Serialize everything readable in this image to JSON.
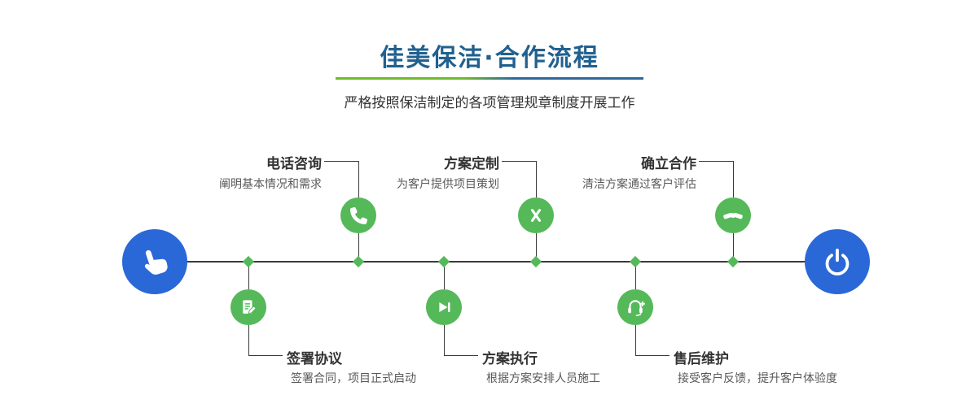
{
  "header": {
    "title": "佳美保洁·合作流程",
    "subtitle": "严格按照保洁制定的各项管理规章制度开展工作"
  },
  "colors": {
    "title_blue": "#20618f",
    "accent_green": "#55b95a",
    "accent_blue": "#2a68d8",
    "line_dark": "#3a3a3a",
    "underline_green": "#6fb92c",
    "underline_blue": "#2e6899"
  },
  "steps_top": [
    {
      "title": "电话咨询",
      "desc": "阐明基本情况和需求",
      "icon": "phone-icon"
    },
    {
      "title": "方案定制",
      "desc": "为客户提供项目策划",
      "icon": "pen-ruler-icon"
    },
    {
      "title": "确立合作",
      "desc": "清洁方案通过客户评估",
      "icon": "handshake-icon"
    }
  ],
  "steps_bottom": [
    {
      "title": "签署协议",
      "desc": "签署合同，项目正式启动",
      "icon": "contract-icon"
    },
    {
      "title": "方案执行",
      "desc": "根据方案安排人员施工",
      "icon": "play-icon"
    },
    {
      "title": "售后维护",
      "desc": "接受客户反馈，提升客户体验度",
      "icon": "headset-icon"
    }
  ],
  "terminals": {
    "start_icon": "hand-pointer-icon",
    "end_icon": "power-icon"
  }
}
